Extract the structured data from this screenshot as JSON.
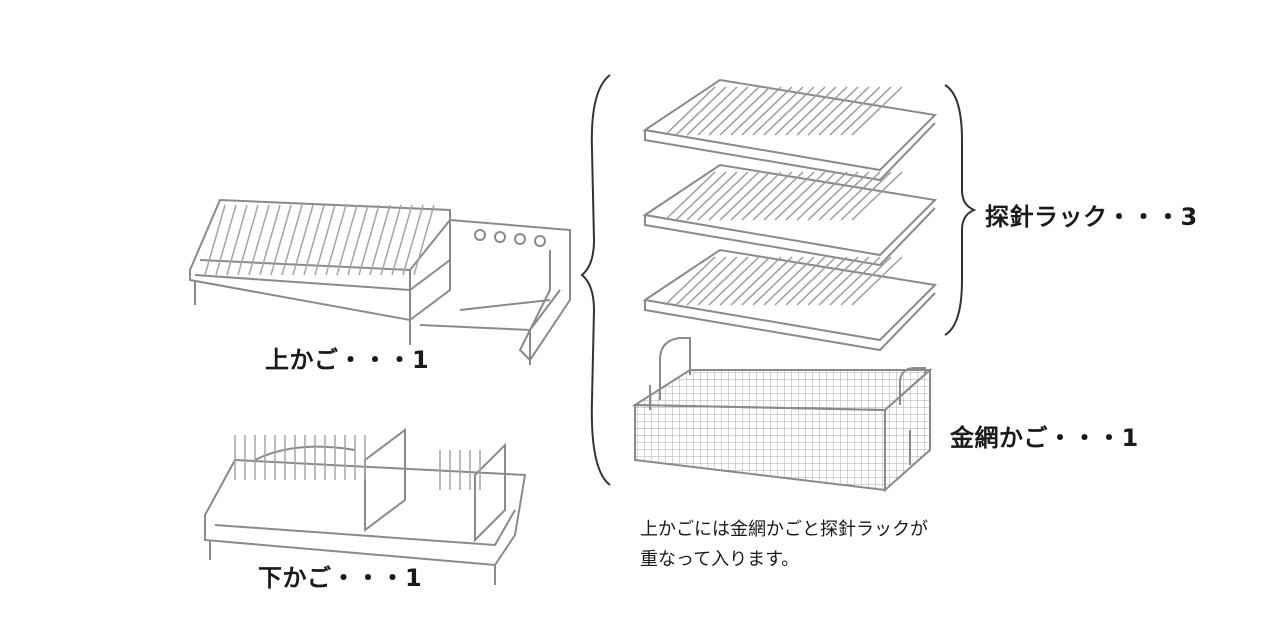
{
  "labels": {
    "upper_basket": "上かご・・・1",
    "lower_basket": "下かご・・・1",
    "probe_rack": "探針ラック・・・3",
    "wire_basket": "金網かご・・・1"
  },
  "note": {
    "line1": "上かごには金網かごと探針ラックが",
    "line2": "重なって入ります。"
  },
  "colors": {
    "text": "#1a1a1a",
    "wire": "#8a8a8a",
    "wire_light": "#c8c8c8",
    "brace": "#333333"
  }
}
